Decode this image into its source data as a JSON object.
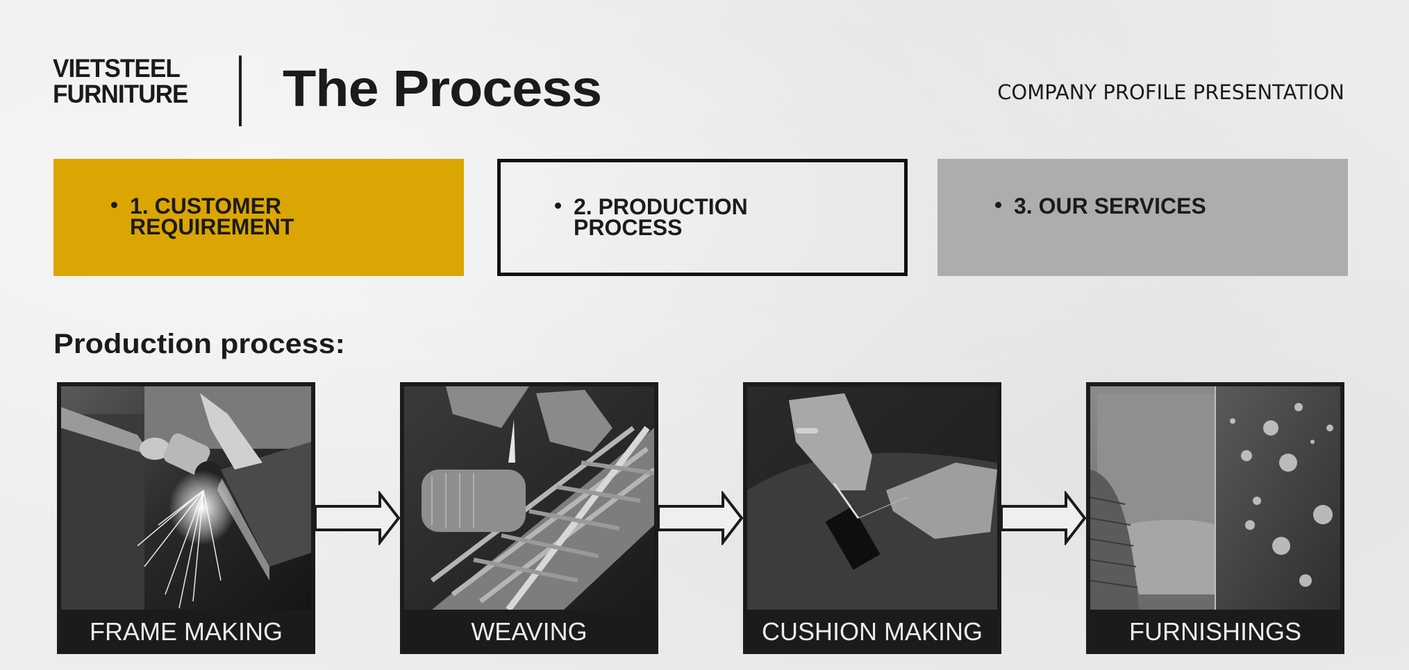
{
  "header": {
    "logo_line1": "VIETSTEEL",
    "logo_line2": "FURNITURE",
    "title": "The Process",
    "subtitle": "COMPANY PROFILE PRESENTATION"
  },
  "tabs": [
    {
      "label_line1": "1. CUSTOMER",
      "label_line2": "REQUIREMENT",
      "bg": "#dba604",
      "style": "filled-yellow"
    },
    {
      "label_line1": "2. PRODUCTION",
      "label_line2": "PROCESS",
      "bg": "transparent",
      "style": "outlined-active"
    },
    {
      "label_line1": "3. OUR SERVICES",
      "label_line2": "",
      "bg": "#adadad",
      "style": "filled-gray"
    }
  ],
  "section": {
    "heading": "Production process:"
  },
  "steps": [
    {
      "label": "FRAME MAKING",
      "image": "angle-grinder-sparks-photo"
    },
    {
      "label": "WEAVING",
      "image": "gloved-hands-weaving-rope-photo"
    },
    {
      "label": "CUSHION MAKING",
      "image": "hands-sewing-fabric-photo"
    },
    {
      "label": "FURNISHINGS",
      "image": "cushion-and-water-droplets-photo"
    }
  ],
  "arrows": [
    "right-arrow-icon",
    "right-arrow-icon",
    "right-arrow-icon"
  ],
  "colors": {
    "accent_yellow": "#dba604",
    "gray_tab": "#adadad",
    "dark": "#1b1b1b",
    "background": "#ededed"
  }
}
